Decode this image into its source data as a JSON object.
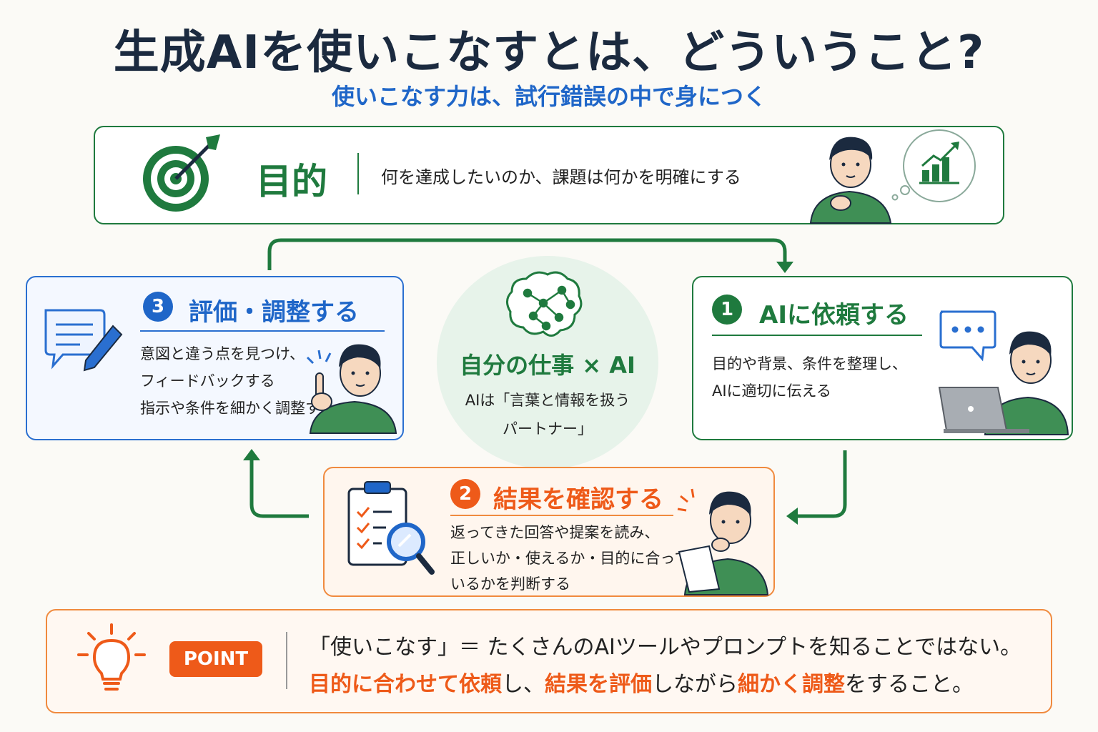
{
  "title": "生成AIを使いこなすとは、どういうこと?",
  "subtitle": "使いこなす力は、試行錯誤の中で身につく",
  "purpose": {
    "label": "目的",
    "description": "何を達成したいのか、課題は何かを明確にする"
  },
  "center": {
    "title": "自分の仕事 × AI",
    "line1": "AIは「言葉と情報を扱う",
    "line2": "パートナー」"
  },
  "steps": [
    {
      "number": "1",
      "title": "AIに依頼する",
      "lines": [
        "目的や背景、条件を整理し、",
        "AIに適切に伝える"
      ]
    },
    {
      "number": "2",
      "title": "結果を確認する",
      "lines": [
        "返ってきた回答や提案を読み、",
        "正しいか・使えるか・目的に合って",
        "いるかを判断する"
      ]
    },
    {
      "number": "3",
      "title": "評価・調整する",
      "lines": [
        "意図と違う点を見つけ、",
        "フィードバックする",
        "指示や条件を細かく調整する"
      ]
    }
  ],
  "point": {
    "badge": "POINT",
    "line1": "「使いこなす」＝ たくさんのAIツールやプロンプトを知ることではない。",
    "line2_parts": [
      "目的に合わせて依頼",
      "し、",
      "結果を評価",
      "しながら",
      "細かく調整",
      "をすること。"
    ]
  },
  "colors": {
    "green": "#1f7a3e",
    "blue": "#2a6fd0",
    "orange": "#ee5a19",
    "navy": "#1b2a3f"
  },
  "icons": [
    "target-icon",
    "thinking-person-icon",
    "rising-chart-icon",
    "brain-network-icon",
    "chat-pencil-icon",
    "chat-dots-icon",
    "laptop-icon",
    "clipboard-check-icon",
    "magnifier-icon",
    "lightbulb-icon"
  ]
}
